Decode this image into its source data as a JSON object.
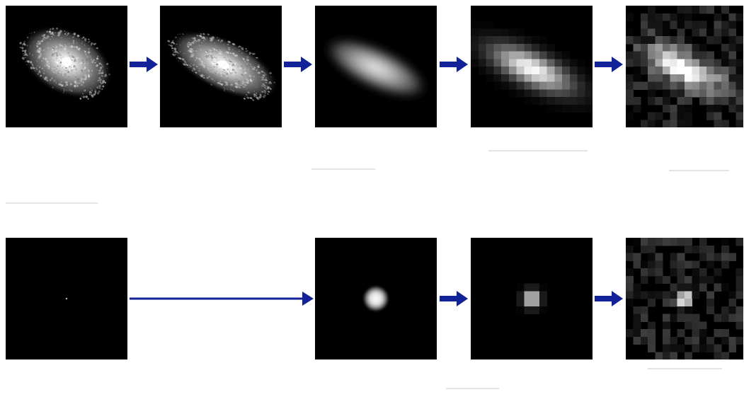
{
  "colors": {
    "arrow": "#12239a",
    "panel_background": "#000000",
    "page_background": "#ffffff"
  },
  "top_row": [
    {
      "name": "galaxy-original",
      "icon": "spiral-galaxy"
    },
    {
      "name": "galaxy-sheared",
      "icon": "spiral-galaxy-sheared"
    },
    {
      "name": "galaxy-convolved",
      "icon": "smooth-ellipse"
    },
    {
      "name": "galaxy-pixelated",
      "icon": "pixelated-ellipse"
    },
    {
      "name": "galaxy-noisy",
      "icon": "noisy-pixelated-ellipse"
    }
  ],
  "bottom_row": [
    {
      "name": "star-point-source",
      "icon": "point-source"
    },
    {
      "name": "star-convolved",
      "icon": "gaussian-blob"
    },
    {
      "name": "star-pixelated",
      "icon": "pixelated-blob"
    },
    {
      "name": "star-noisy",
      "icon": "noisy-pixelated-blob"
    }
  ],
  "arrows": [
    "top-arrow-1",
    "top-arrow-2",
    "top-arrow-3",
    "top-arrow-4",
    "bottom-arrow-long",
    "bottom-arrow-2",
    "bottom-arrow-3"
  ]
}
